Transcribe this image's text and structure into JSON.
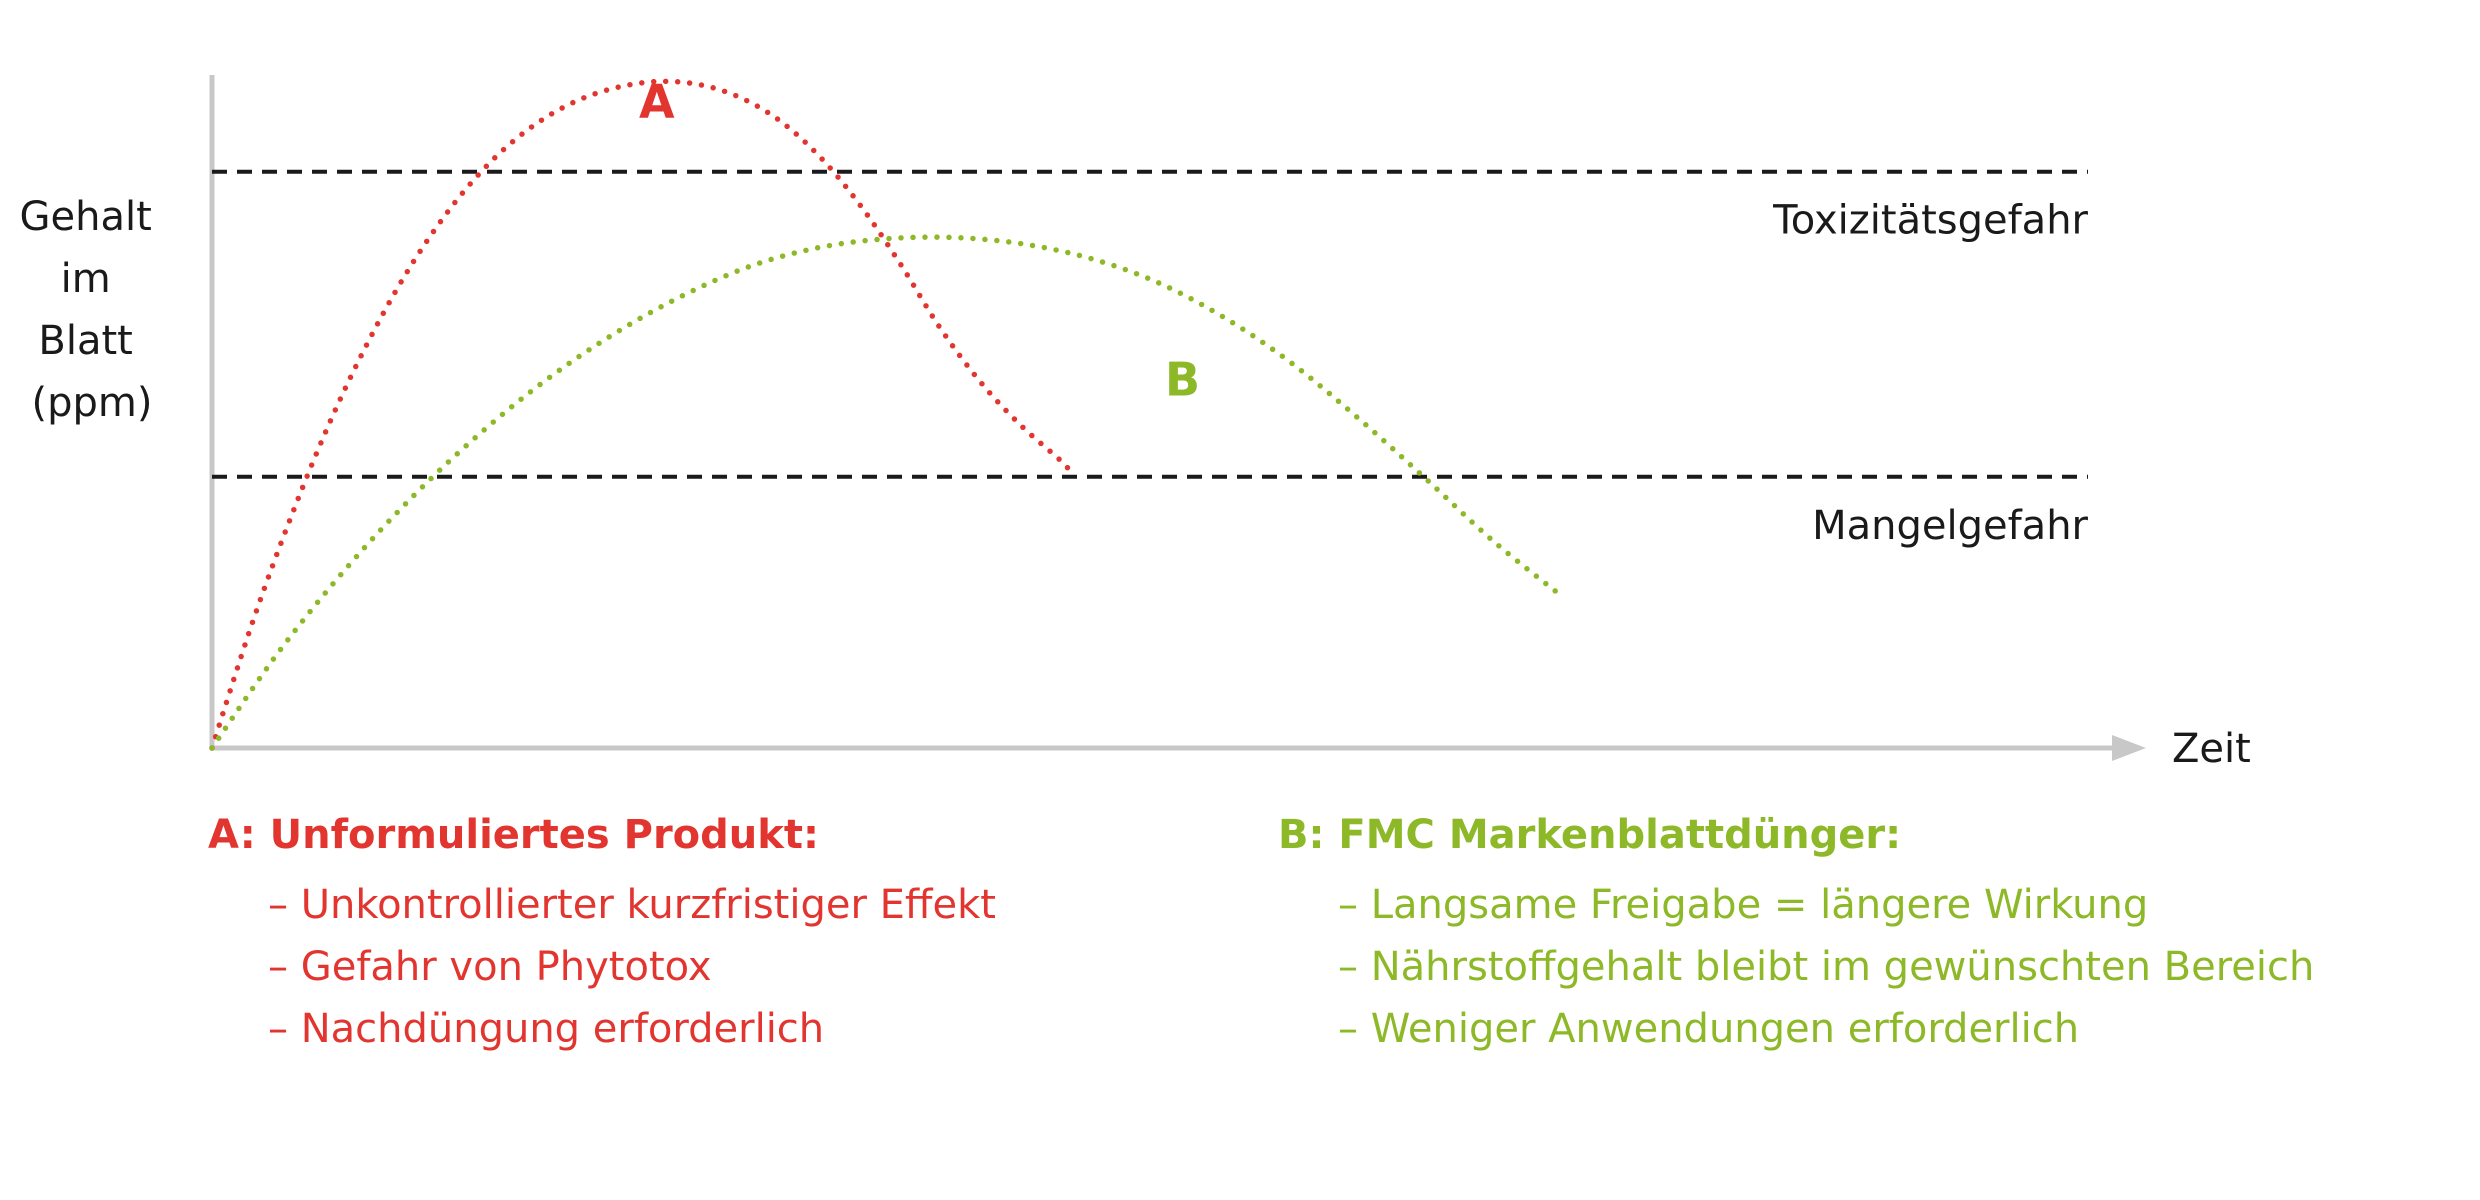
{
  "colors": {
    "product_a": "#e2352f",
    "product_b": "#8db827",
    "axis": "#c8c8c8",
    "threshold": "#1a1a1a",
    "text": "#1a1a1a"
  },
  "chart_data": {
    "type": "line",
    "title": "",
    "xlabel": "Zeit",
    "ylabel": [
      "Gehalt",
      "im",
      "Blatt",
      "(ppm)"
    ],
    "xlim": [
      0,
      100
    ],
    "ylim": [
      0,
      100
    ],
    "ticks_shown": false,
    "grid": false,
    "thresholds": [
      {
        "label": "Toxizitätsgefahr",
        "y": 85
      },
      {
        "label": "Mangelgefahr",
        "y": 40
      }
    ],
    "series": [
      {
        "name": "A",
        "style": "dotted",
        "color": "#e2352f",
        "x": [
          0,
          3,
          6,
          9,
          12,
          15,
          18,
          21,
          24,
          27,
          30,
          33,
          36,
          39,
          42,
          45,
          48,
          51,
          54,
          57,
          60,
          63,
          64
        ],
        "y": [
          0,
          18.5,
          34.8,
          49.2,
          61.5,
          71.9,
          80.4,
          87.1,
          92.0,
          95.4,
          97.4,
          98.3,
          97.9,
          96.1,
          92.7,
          87.4,
          80.3,
          71.6,
          62.0,
          54.0,
          47.6,
          42.3,
          40.0
        ]
      },
      {
        "name": "B",
        "style": "dotted",
        "color": "#8db827",
        "x": [
          0,
          5,
          10,
          15,
          20,
          25,
          30,
          35,
          40,
          45,
          50,
          55,
          60,
          65,
          70,
          75,
          80,
          85,
          90,
          95,
          100
        ],
        "y": [
          0,
          14.3,
          26.6,
          37.3,
          46.6,
          54.6,
          61.3,
          66.8,
          71.1,
          73.8,
          75.1,
          75.3,
          74.4,
          72.3,
          68.8,
          63.6,
          56.9,
          48.7,
          39.8,
          30.6,
          22.6
        ]
      }
    ],
    "curve_labels": [
      {
        "text": "A",
        "x": 33,
        "y": 93
      },
      {
        "text": "B",
        "x": 72,
        "y": 52
      }
    ]
  },
  "legend": {
    "a": {
      "prefix": "A:",
      "title": "Unformuliertes Produkt:",
      "items": [
        "– Unkontrollierter kurzfristiger Effekt",
        "– Gefahr von Phytotox",
        "– Nachdüngung erforderlich"
      ]
    },
    "b": {
      "prefix": "B:",
      "title": "FMC Markenblattdünger:",
      "items": [
        "– Langsame Freigabe = längere Wirkung",
        "– Nährstoffgehalt bleibt im gewünschten Bereich",
        "– Weniger Anwendungen erforderlich"
      ]
    }
  }
}
